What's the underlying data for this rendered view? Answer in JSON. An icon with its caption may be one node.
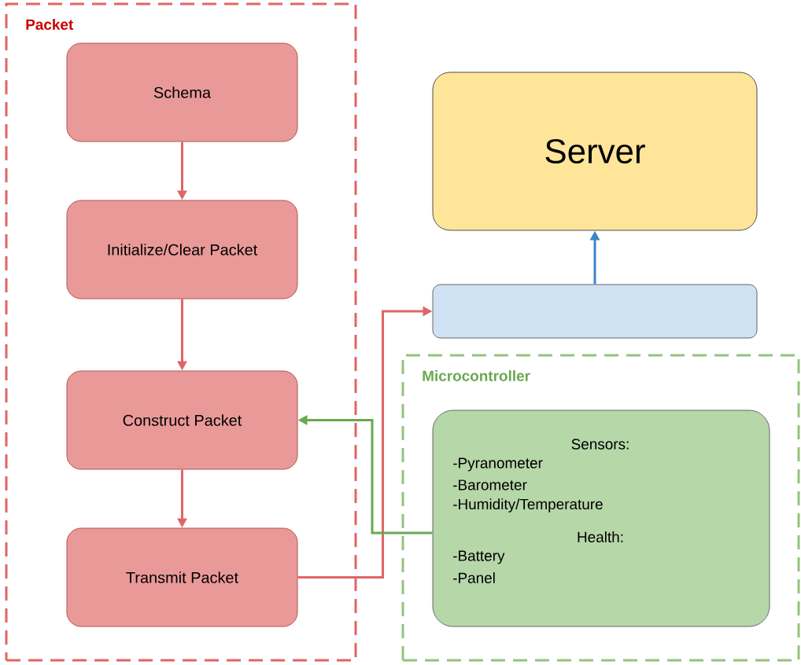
{
  "diagram": {
    "nodes": [
      {
        "text": [
          "Packet"
        ]
      },
      {
        "text": [
          "Schema"
        ],
        "in": 0
      },
      {
        "text": [
          "Initialize/Clear Packet"
        ],
        "in": 0
      },
      {
        "text": [
          "Construct Packet"
        ],
        "in": 0
      },
      {
        "text": [
          "Transmit Packet"
        ],
        "in": 0
      },
      {
        "text": [
          "Server"
        ]
      },
      {
        "text": [],
        "shape": "box"
      },
      {
        "text": [
          "Microcontroller"
        ]
      },
      {
        "text": [
          "Sensors:",
          "-Pyranometer",
          "-Barometer",
          "-Humidity/Temperature",
          "Health:",
          "-Battery",
          "-Panel"
        ],
        "in": 7
      }
    ],
    "edges": [
      {
        "from": 1,
        "to": 2,
        "arrow": "to"
      },
      {
        "from": 2,
        "to": 3,
        "arrow": "to"
      },
      {
        "from": 3,
        "to": 4,
        "arrow": "to"
      },
      {
        "from": 6,
        "to": 5,
        "arrow": "to",
        "color": "#3d85c6"
      },
      {
        "from": 4,
        "to": 6,
        "arrow": "to"
      },
      {
        "from": 8,
        "to": 3,
        "arrow": "to",
        "color": "#6aa84f"
      }
    ]
  }
}
